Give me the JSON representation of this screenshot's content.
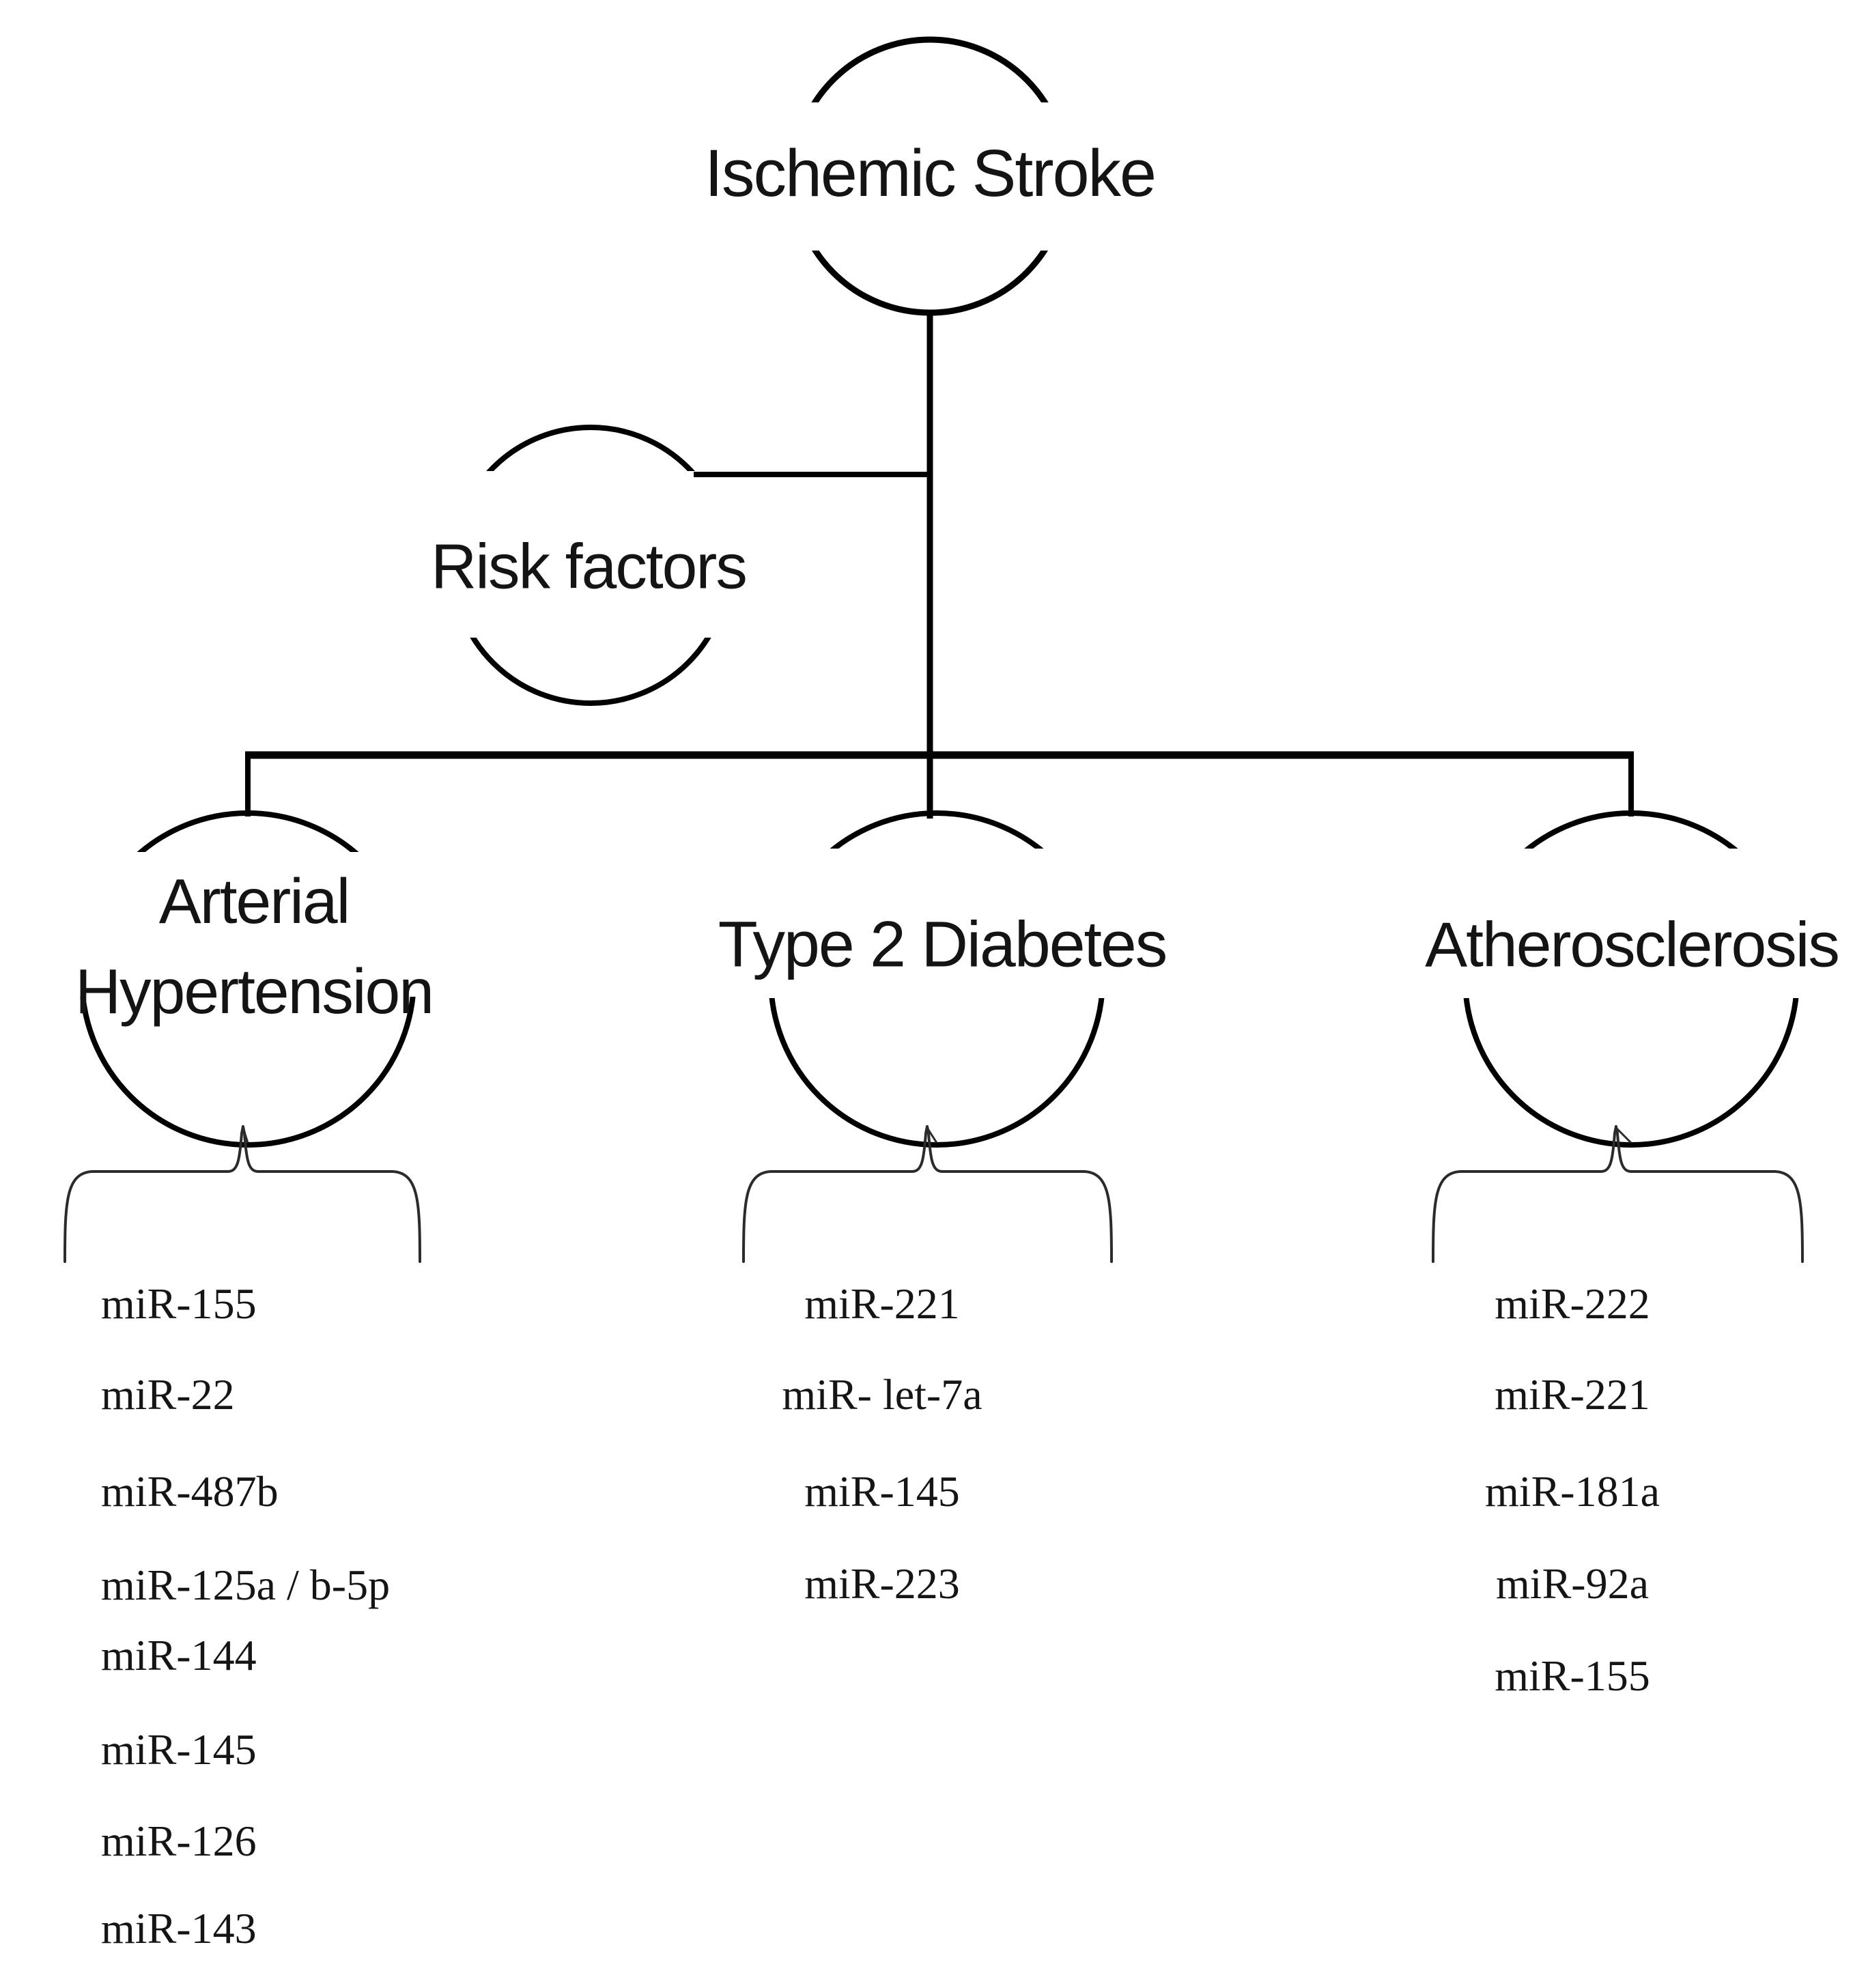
{
  "diagram": {
    "root": {
      "label": "Ischemic Stroke"
    },
    "risk_node": {
      "label": "Risk factors"
    },
    "branches": [
      {
        "label": "Arterial Hypertension",
        "label_lines": {
          "0": "Arterial",
          "1": "Hypertension"
        },
        "mirnas": [
          "miR-155",
          "miR-22",
          "miR-487b",
          "miR-125a / b-5p",
          "miR-144",
          "miR-145",
          "miR-126",
          "miR-143"
        ]
      },
      {
        "label": "Type 2 Diabetes",
        "mirnas": [
          "miR-221",
          "miR- let-7a",
          "miR-145",
          "miR-223"
        ]
      },
      {
        "label": "Atherosclerosis",
        "mirnas": [
          "miR-222",
          "miR-221",
          "miR-181a",
          "miR-92a",
          "miR-155"
        ]
      }
    ],
    "colors": {
      "line": "#000000",
      "brace": "#2b2b2b",
      "text": "#141414",
      "background": "#ffffff"
    }
  }
}
